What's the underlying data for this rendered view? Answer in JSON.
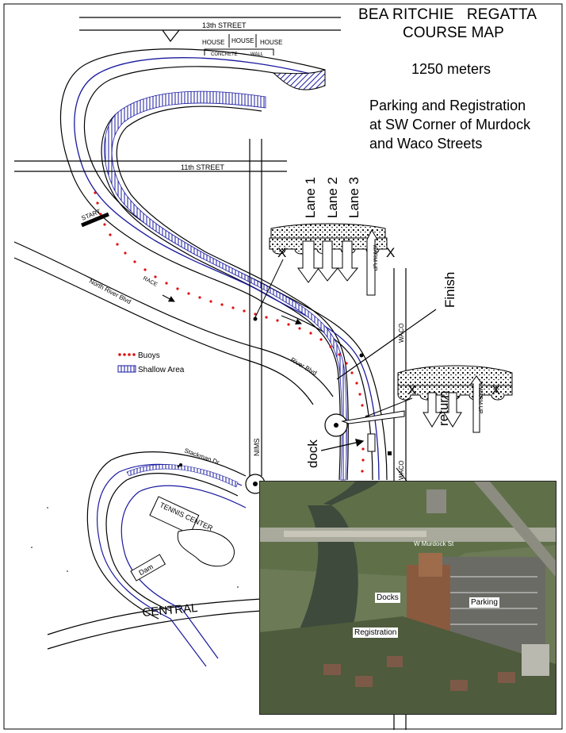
{
  "header": {
    "title_line1": "BEA RITCHIE   REGATTA",
    "title_line2": "COURSE MAP",
    "distance": "1250 meters",
    "parking_line1": "Parking and Registration",
    "parking_line2": "at SW Corner of Murdock",
    "parking_line3": "and Waco Streets"
  },
  "streets": {
    "thirteenth": "13th STREET",
    "eleventh": "11th STREET",
    "nims": "NIMS",
    "waco_upper": "WACO",
    "waco_lower": "WACO",
    "north_river": "North River Blvd",
    "river_blvd": "River Blvd",
    "stackman": "Stackman Dr.",
    "central": "CENTRAL"
  },
  "houses": [
    "HOUSE",
    "HOUSE",
    "HOUSE"
  ],
  "concrete": "CONCRETE",
  "wall": "WALL",
  "course": {
    "start": "START",
    "race": "RACE",
    "lanes": [
      "Lane 1",
      "Lane 2",
      "Lane 3"
    ],
    "warmup": "WARM UP",
    "finish": "Finish",
    "return": "return",
    "dock": "dock",
    "x_mark": "X"
  },
  "legend": {
    "buoys": "Buoys",
    "shallow": "Shallow Area"
  },
  "places": {
    "tennis": "TENNIS CENTER",
    "dam": "Dam"
  },
  "photo": {
    "docks": "Docks",
    "parking": "Parking",
    "registration": "Registration",
    "bridge_label": "W Murdock St"
  },
  "colors": {
    "river": "#1a1aa0",
    "buoy": "#e01010",
    "line": "#000000",
    "water_photo": "#3d4a3c"
  }
}
